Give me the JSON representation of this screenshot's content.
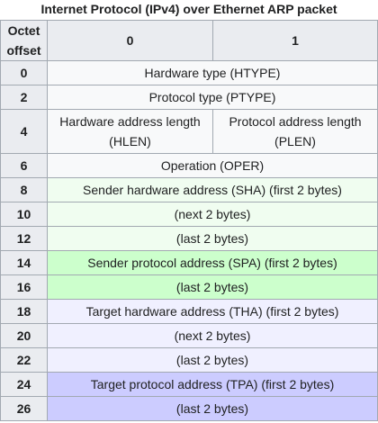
{
  "caption": "Internet Protocol (IPv4) over Ethernet ARP packet",
  "header": {
    "offset_line1": "Octet",
    "offset_line2": "offset",
    "col0": "0",
    "col1": "1"
  },
  "rows": [
    {
      "offset": "0",
      "text": "Hardware type (HTYPE)"
    },
    {
      "offset": "2",
      "text": "Protocol type (PTYPE)"
    },
    {
      "offset": "4",
      "left_line1": "Hardware address length",
      "left_line2": "(HLEN)",
      "right_line1": "Protocol address length",
      "right_line2": "(PLEN)"
    },
    {
      "offset": "6",
      "text": "Operation (OPER)"
    },
    {
      "offset": "8",
      "text": "Sender hardware address (SHA) (first 2 bytes)"
    },
    {
      "offset": "10",
      "text": "(next 2 bytes)"
    },
    {
      "offset": "12",
      "text": "(last 2 bytes)"
    },
    {
      "offset": "14",
      "text": "Sender protocol address (SPA) (first 2 bytes)"
    },
    {
      "offset": "16",
      "text": "(last 2 bytes)"
    },
    {
      "offset": "18",
      "text": "Target hardware address (THA) (first 2 bytes)"
    },
    {
      "offset": "20",
      "text": "(next 2 bytes)"
    },
    {
      "offset": "22",
      "text": "(last 2 bytes)"
    },
    {
      "offset": "24",
      "text": "Target protocol address (TPA) (first 2 bytes)"
    },
    {
      "offset": "26",
      "text": "(last 2 bytes)"
    }
  ],
  "colors": {
    "header_bg": "#eaecf0",
    "plain_bg": "#f8f9fa",
    "sha_bg": "#f0fdf0",
    "spa_bg": "#ccffcc",
    "tha_bg": "#f0f0ff",
    "tpa_bg": "#ccccff",
    "border": "#a2a9b1"
  }
}
